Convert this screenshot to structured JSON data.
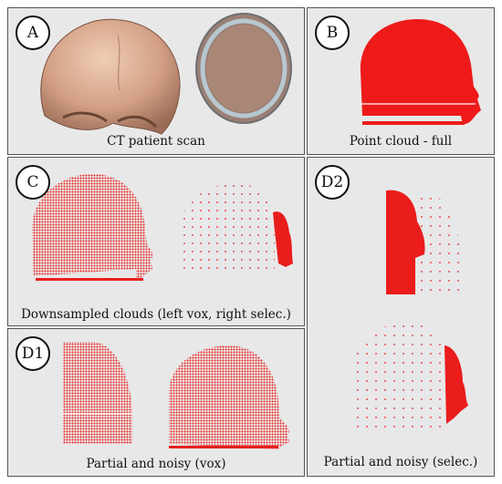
{
  "colors": {
    "panel_bg": "#e8e8e8",
    "border": "#555555",
    "point_red": "#e8201e",
    "skin": "#d7a78b",
    "dark": "#111111"
  },
  "panels": {
    "A": {
      "label": "A",
      "caption": "CT patient scan"
    },
    "B": {
      "label": "B",
      "caption": "Point cloud - full"
    },
    "C": {
      "label": "C",
      "caption": "Downsampled clouds (left vox, right selec.)"
    },
    "D1": {
      "label": "D1",
      "caption": "Partial and noisy (vox)"
    },
    "D2": {
      "label": "D2",
      "caption": "Partial and noisy (selec.)"
    }
  }
}
